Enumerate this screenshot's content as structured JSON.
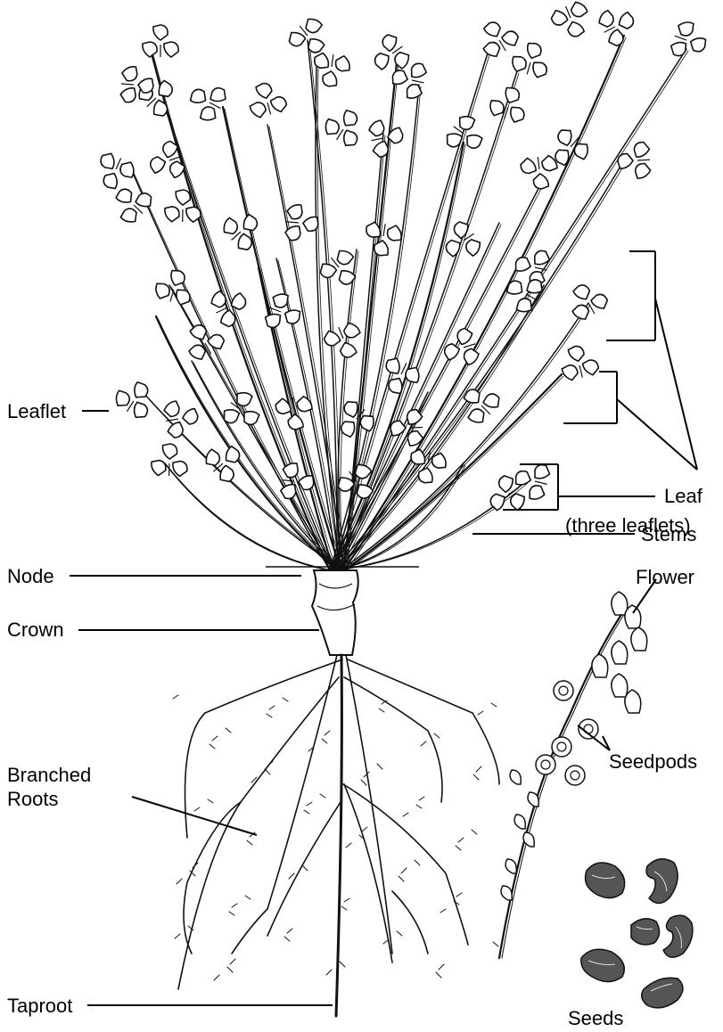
{
  "labels": {
    "leaflet": "Leaflet",
    "leaf_line1": "Leaf",
    "leaf_line2": "(three leaflets)",
    "stems": "Stems",
    "node": "Node",
    "flower": "Flower",
    "crown": "Crown",
    "seedpods": "Seedpods",
    "branched_line1": "Branched",
    "branched_line2": "Roots",
    "taproot": "Taproot",
    "seeds": "Seeds"
  }
}
